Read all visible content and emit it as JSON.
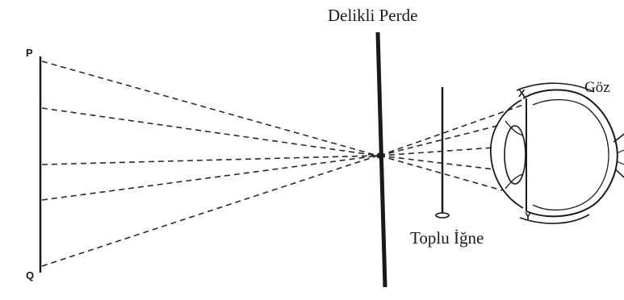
{
  "labels": {
    "screen_title": "Delikli Perde",
    "eye": "Göz",
    "pin": "Toplu İğne",
    "point_p": "P",
    "point_q": "Q",
    "point_x": "X",
    "point_y": "Y"
  },
  "colors": {
    "ink": "#1a1a1a",
    "background": "#ffffff"
  }
}
